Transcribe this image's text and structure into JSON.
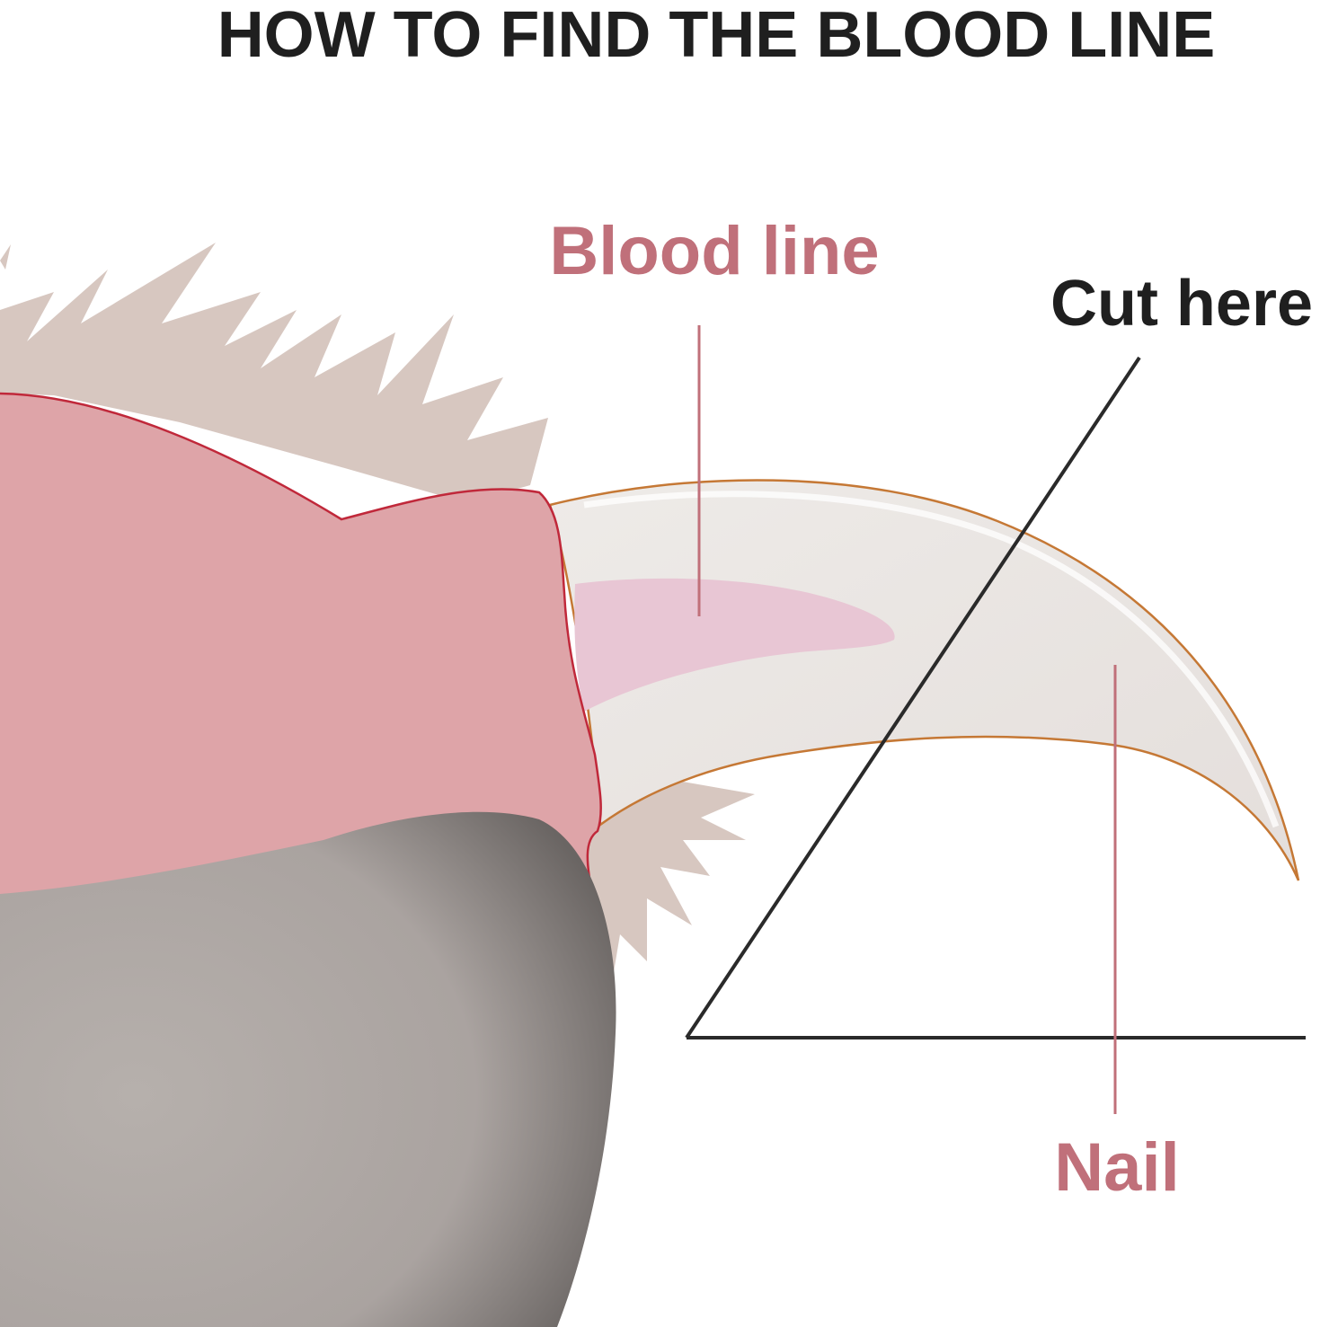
{
  "title": "HOW TO FIND THE BLOOD LINE",
  "labels": {
    "blood_line": "Blood line",
    "cut_here": "Cut here",
    "nail": "Nail"
  },
  "colors": {
    "title_text": "#1f1f1f",
    "label_pink": "#c0707a",
    "label_dark": "#1f1f1f",
    "fur": "#d7c7c0",
    "toe_pink": "#dea4a8",
    "toe_outline": "#c0283a",
    "nail_fill": "#ebe6e3",
    "nail_outline": "#c57835",
    "quick": "#e8c6d4",
    "paw_gray": "#ada6a3",
    "guide_line": "#2a2a2a"
  },
  "icons": {
    "paw_illustration": "dog-nail-cross-section"
  }
}
